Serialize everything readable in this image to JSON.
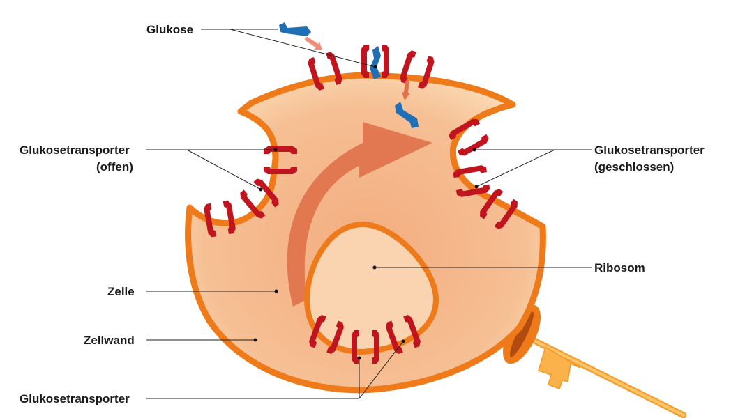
{
  "labels": {
    "glukose": "Glukose",
    "transporter_offen_1": "Glukosetransporter",
    "transporter_offen_2": "(offen)",
    "transporter_geschlossen_1": "Glukosetransporter",
    "transporter_geschlossen_2": "(geschlossen)",
    "ribosom": "Ribosom",
    "zelle": "Zelle",
    "zellwand": "Zellwand",
    "transporter_unten": "Glukosetransporter"
  },
  "colors": {
    "cell_wall": "#ef7a1a",
    "cytoplasm": "#f6bf94",
    "ribosome_fill": "#fad3b1",
    "transporter": "#c0141f",
    "glucose": "#1f6fb7",
    "arrow": "#e0714a",
    "key": "#fbb24a"
  },
  "icons": {
    "key": "key-icon",
    "glucose": "glucose-molecule-icon",
    "transporter": "glucose-transporter-icon"
  }
}
